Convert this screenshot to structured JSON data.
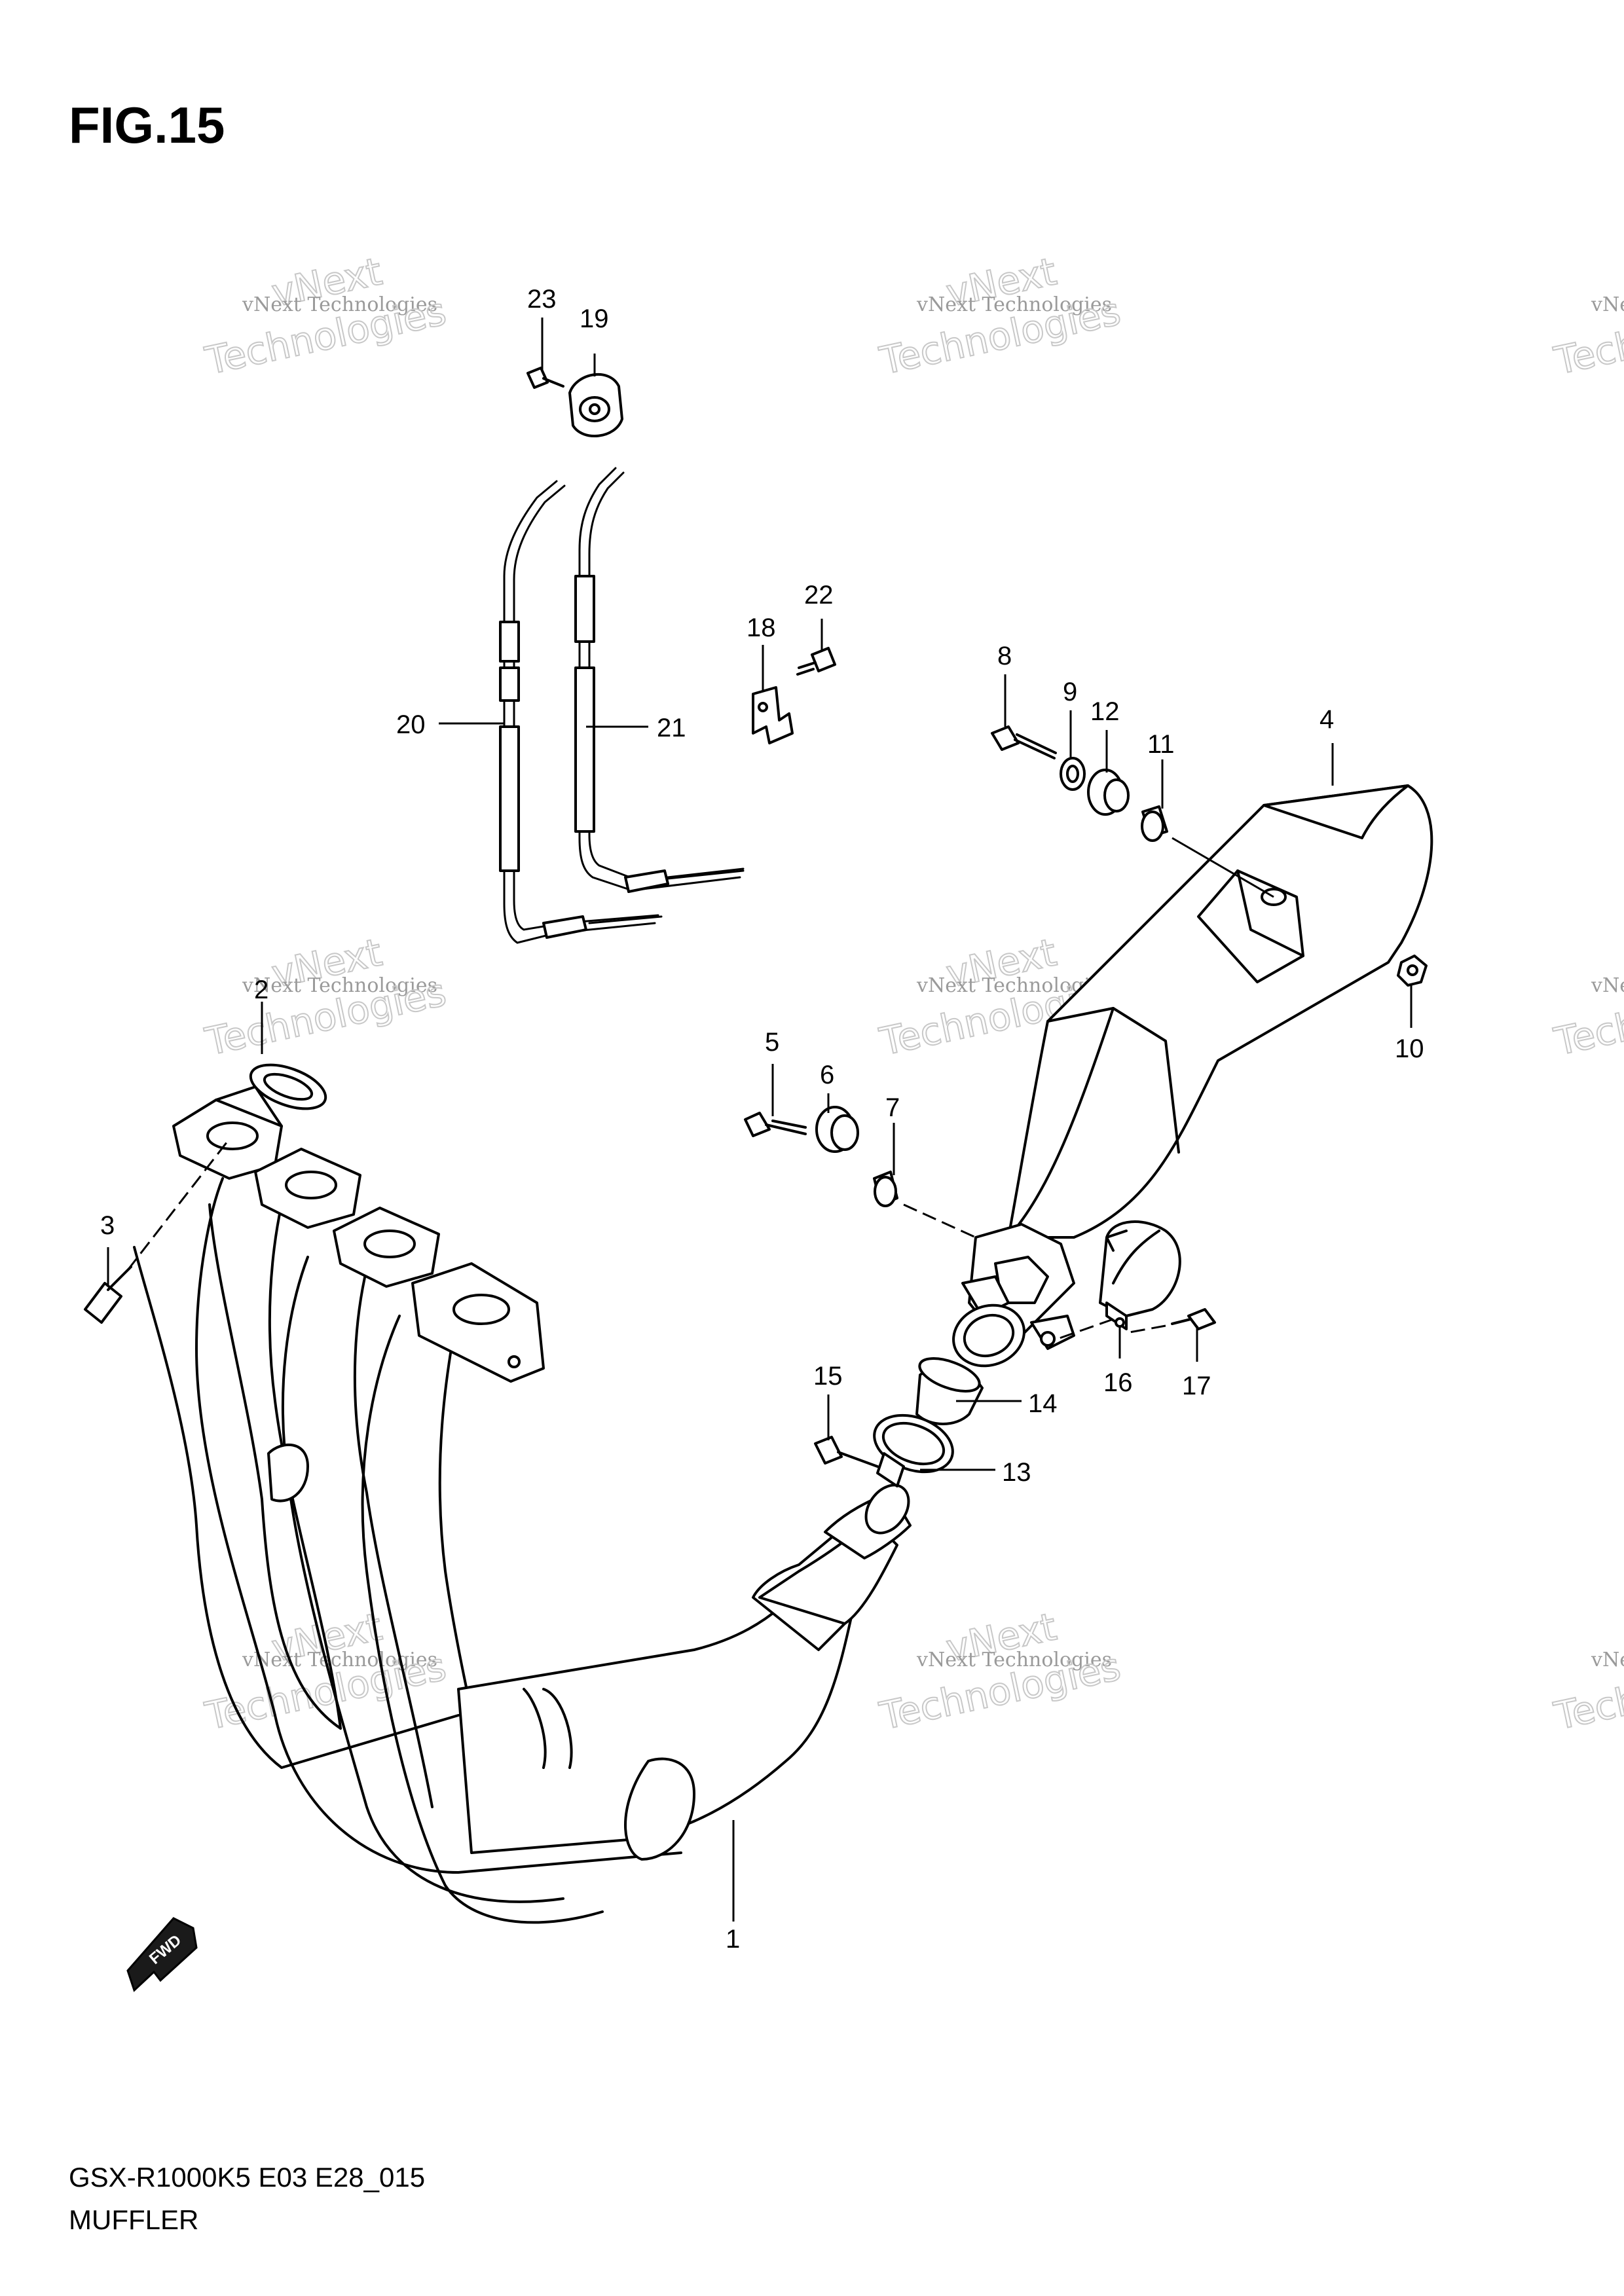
{
  "figure": {
    "title": "FIG.15",
    "model_code": "GSX-R1000K5 E03 E28_015",
    "section_name": "MUFFLER"
  },
  "watermark": {
    "line_small": "vNext Technologies",
    "line_large_1": "vNext",
    "line_large_2": "Technologies"
  },
  "direction_arrow": {
    "label": "FWD"
  },
  "parts": [
    {
      "id": "p1",
      "number": "1"
    },
    {
      "id": "p2",
      "number": "2"
    },
    {
      "id": "p3",
      "number": "3"
    },
    {
      "id": "p4",
      "number": "4"
    },
    {
      "id": "p5",
      "number": "5"
    },
    {
      "id": "p6",
      "number": "6"
    },
    {
      "id": "p7",
      "number": "7"
    },
    {
      "id": "p8",
      "number": "8"
    },
    {
      "id": "p9",
      "number": "9"
    },
    {
      "id": "p10",
      "number": "10"
    },
    {
      "id": "p11",
      "number": "11"
    },
    {
      "id": "p12",
      "number": "12"
    },
    {
      "id": "p13",
      "number": "13"
    },
    {
      "id": "p14",
      "number": "14"
    },
    {
      "id": "p15",
      "number": "15"
    },
    {
      "id": "p16",
      "number": "16"
    },
    {
      "id": "p17",
      "number": "17"
    },
    {
      "id": "p18",
      "number": "18"
    },
    {
      "id": "p19",
      "number": "19"
    },
    {
      "id": "p20",
      "number": "20"
    },
    {
      "id": "p21",
      "number": "21"
    },
    {
      "id": "p22",
      "number": "22"
    },
    {
      "id": "p23",
      "number": "23"
    }
  ]
}
